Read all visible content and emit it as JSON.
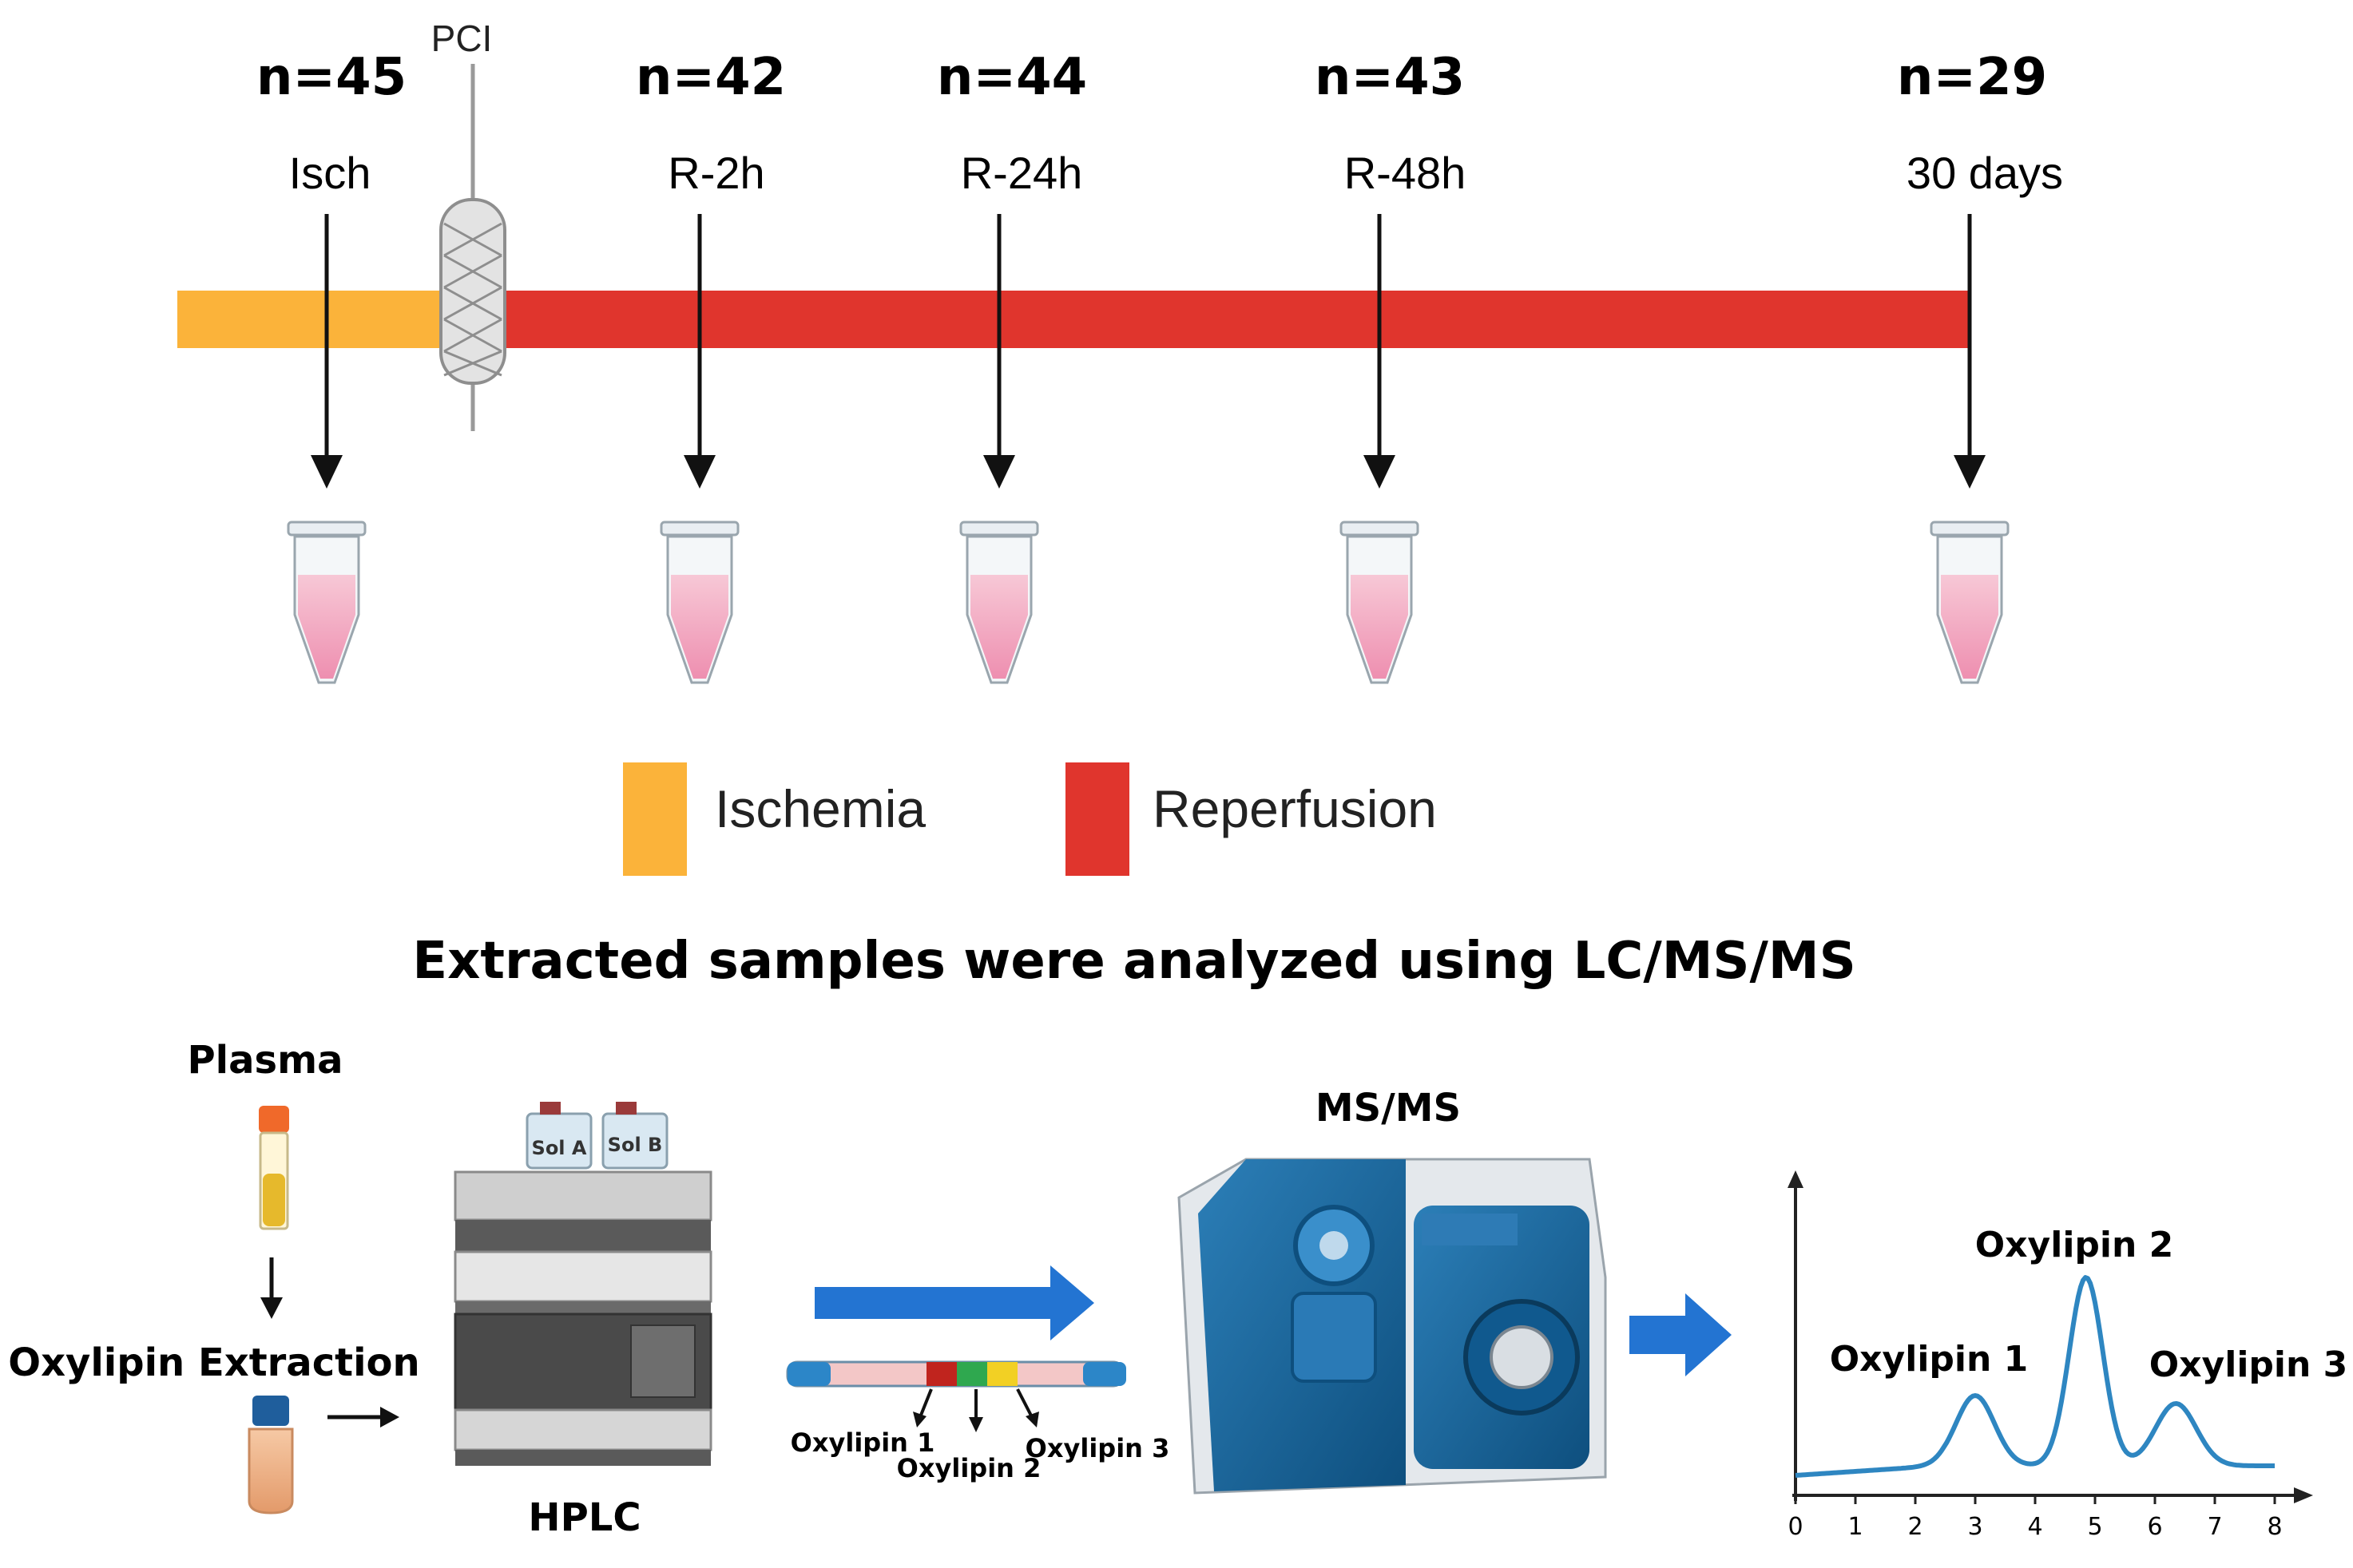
{
  "timeline": {
    "pci_label": "PCI",
    "points": [
      {
        "n": "n=45",
        "label": "Isch"
      },
      {
        "n": "n=42",
        "label": "R-2h"
      },
      {
        "n": "n=44",
        "label": "R-24h"
      },
      {
        "n": "n=43",
        "label": "R-48h"
      },
      {
        "n": "n=29",
        "label": "30 days"
      }
    ],
    "colors": {
      "ischemia": "#FBB33A",
      "reperfusion": "#E0352D"
    }
  },
  "legend": {
    "ischemia": "Ischemia",
    "reperfusion": "Reperfusion"
  },
  "workflow": {
    "title": "Extracted samples were analyzed using LC/MS/MS",
    "plasma_label": "Plasma",
    "extraction_label": "Oxylipin Extraction",
    "hplc_label": "HPLC",
    "sol_a": "Sol A",
    "sol_b": "Sol B",
    "msms_label": "MS/MS",
    "column_labels": [
      "Oxylipin 1",
      "Oxylipin 2",
      "Oxylipin 3"
    ]
  },
  "chart_data": {
    "type": "line",
    "x_ticks": [
      "0",
      "1",
      "2",
      "3",
      "4",
      "5",
      "6",
      "7",
      "8"
    ],
    "xlim": [
      0,
      8
    ],
    "peaks": [
      {
        "name": "Oxylipin 1",
        "x": 3.0
      },
      {
        "name": "Oxylipin 2",
        "x": 4.85
      },
      {
        "name": "Oxylipin 3",
        "x": 6.35
      }
    ],
    "line_color": "#2E86C1"
  }
}
